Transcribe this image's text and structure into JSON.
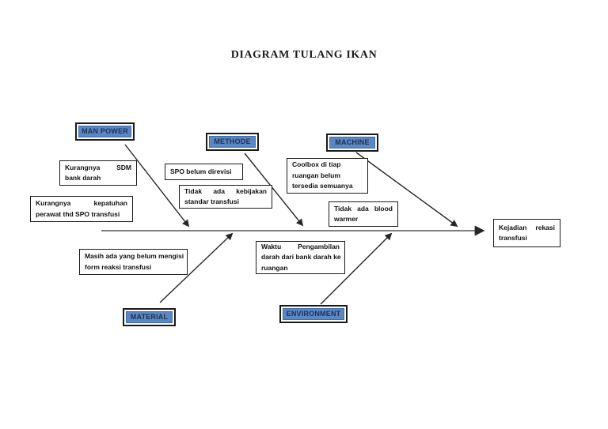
{
  "title": "DIAGRAM TULANG IKAN",
  "categories": {
    "man_power": "MAN POWER",
    "methode": "METHODE",
    "machine": "MACHINE",
    "material": "MATERIAL",
    "environment": "ENVIRONMENT"
  },
  "causes": {
    "sdm": {
      "line1": "Kurangnya SDM",
      "line2": "bank darah"
    },
    "kepatuhan": {
      "line1": "Kurangnya kepatuhan",
      "line2": "perawat thd SPO transfusi"
    },
    "spo": {
      "line1": "SPO belum direvisi"
    },
    "kebijakan": {
      "line1": "Tidak ada kebijakan",
      "line2": "standar transfusi"
    },
    "coolbox": {
      "line1": "Coolbox di tiap",
      "line2": "ruangan belum",
      "line3": "tersedia semuanya"
    },
    "blood_warmer": {
      "line1": "Tidak ada blood",
      "line2": "warmer"
    },
    "form": {
      "line1": "Masih ada yang belum mengisi",
      "line2": "form reaksi transfusi"
    },
    "waktu": {
      "line1": "Waktu Pengambilan",
      "line2": "darah dari bank darah ke",
      "line3": "ruangan"
    }
  },
  "effect": {
    "line1": "Kejadian rekasi",
    "line2": "transfusi"
  },
  "colors": {
    "category_fill": "#5B87C5",
    "category_text": "#1F3150",
    "box_border": "#1A1A1A",
    "spine": "#7F7F7F",
    "bone": "#262626"
  }
}
